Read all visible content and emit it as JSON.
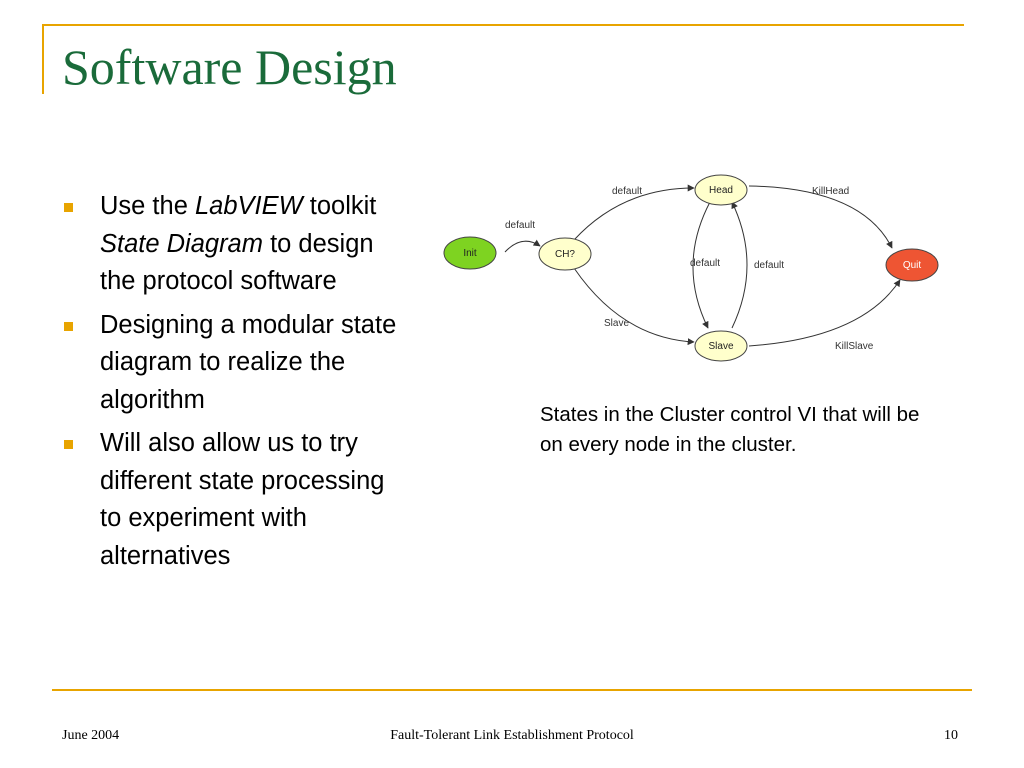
{
  "slide": {
    "title": "Software Design",
    "bullets": [
      {
        "pre": "Use the ",
        "em1": "LabVIEW",
        "mid": " toolkit ",
        "em2": "State Diagram",
        "post": " to design the protocol software"
      },
      {
        "text": "Designing a modular state diagram to realize the algorithm"
      },
      {
        "text": "Will also allow us to try different state processing to experiment with alternatives"
      }
    ],
    "caption": "States in the Cluster control VI that will be on every node in the cluster."
  },
  "diagram": {
    "states": {
      "init": "Init",
      "ch": "CH?",
      "head": "Head",
      "slave": "Slave",
      "quit": "Quit"
    },
    "transitions": {
      "init_ch": "default",
      "ch_head": "default",
      "ch_slave": "Slave",
      "head_slave": "default",
      "slave_head": "default",
      "head_quit": "KillHead",
      "slave_quit": "KillSlave"
    },
    "colors": {
      "init": "#7ed321",
      "ch": "#ffffcc",
      "head": "#ffffcc",
      "slave": "#ffffcc",
      "quit": "#ee5533"
    }
  },
  "footer": {
    "date": "June 2004",
    "title": "Fault-Tolerant Link Establishment Protocol",
    "page": "10"
  },
  "theme": {
    "accent": "#e8a400",
    "title_color": "#1a6b3a"
  }
}
